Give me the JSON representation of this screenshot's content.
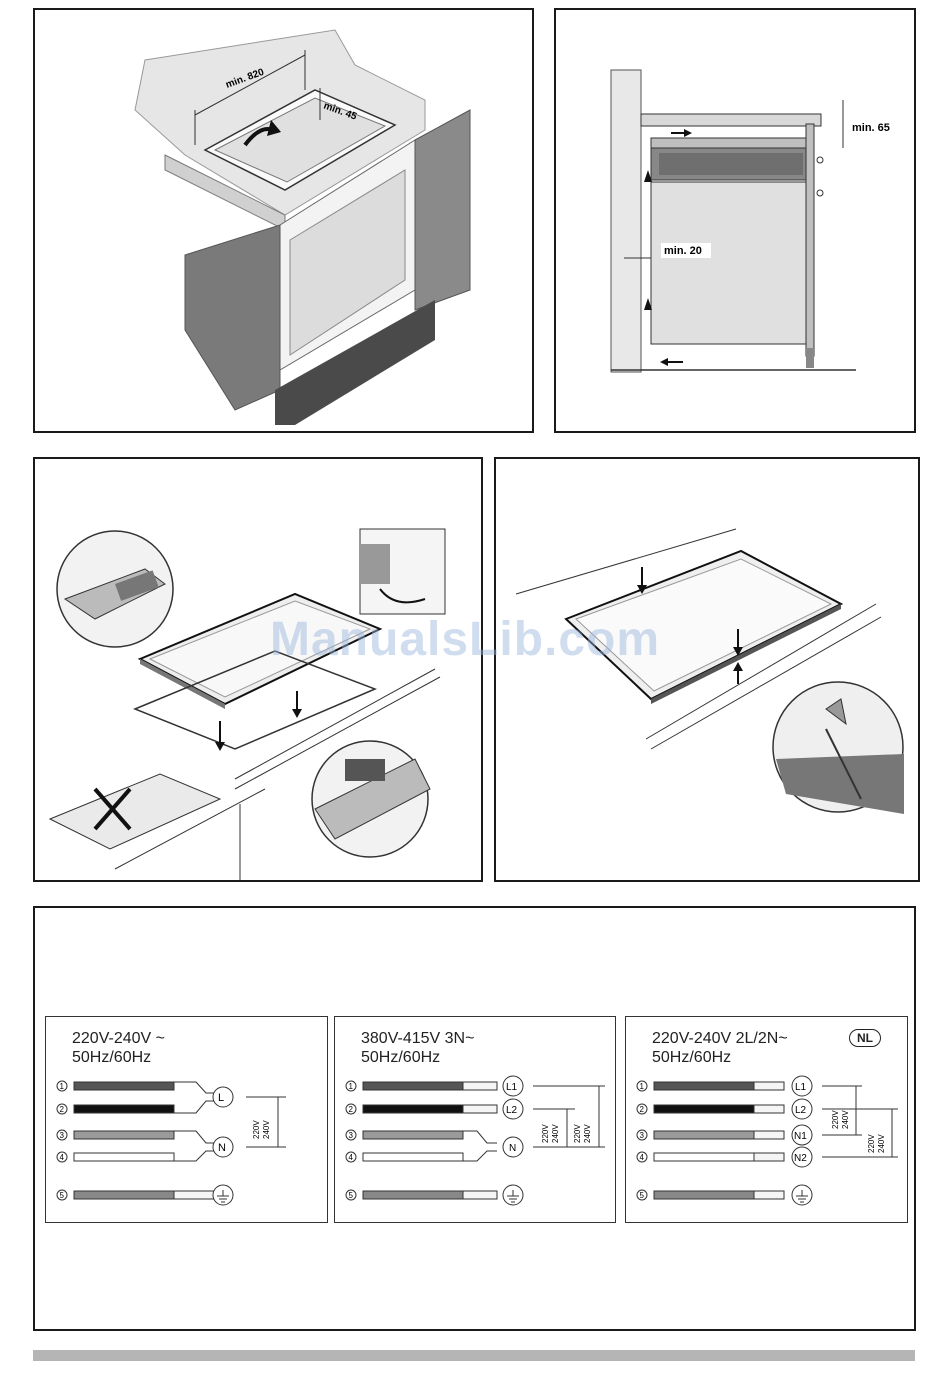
{
  "watermark": "ManualsLib.com",
  "panel_top_left": {
    "dim_width": "min. 820",
    "dim_depth": "min. 45"
  },
  "panel_top_right": {
    "dim_top": "min. 65",
    "dim_gap": "min. 20"
  },
  "wiring": [
    {
      "title_line1": "220V-240V ~",
      "title_line2": "50Hz/60Hz",
      "badge": "",
      "wires": [
        {
          "num": "1",
          "color": "#555555"
        },
        {
          "num": "2",
          "color": "#111111"
        },
        {
          "num": "3",
          "color": "#9a9a9a"
        },
        {
          "num": "4",
          "color": "#ffffff"
        },
        {
          "num": "5",
          "color": "#777777"
        }
      ],
      "terminals": [
        "L",
        "N"
      ],
      "voltage": "220V\n240V"
    },
    {
      "title_line1": "380V-415V 3N~",
      "title_line2": "50Hz/60Hz",
      "badge": "",
      "wires": [
        {
          "num": "1",
          "color": "#555555"
        },
        {
          "num": "2",
          "color": "#111111"
        },
        {
          "num": "3",
          "color": "#9a9a9a"
        },
        {
          "num": "4",
          "color": "#ffffff"
        },
        {
          "num": "5",
          "color": "#777777"
        }
      ],
      "terminals": [
        "L1",
        "L2",
        "N"
      ],
      "voltage": "220V\n240V"
    },
    {
      "title_line1": "220V-240V 2L/2N~",
      "title_line2": "50Hz/60Hz",
      "badge": "NL",
      "wires": [
        {
          "num": "1",
          "color": "#555555"
        },
        {
          "num": "2",
          "color": "#111111"
        },
        {
          "num": "3",
          "color": "#9a9a9a"
        },
        {
          "num": "4",
          "color": "#ffffff"
        },
        {
          "num": "5",
          "color": "#777777"
        }
      ],
      "terminals": [
        "L1",
        "L2",
        "N1",
        "N2"
      ],
      "voltage": "220V\n240V"
    }
  ]
}
